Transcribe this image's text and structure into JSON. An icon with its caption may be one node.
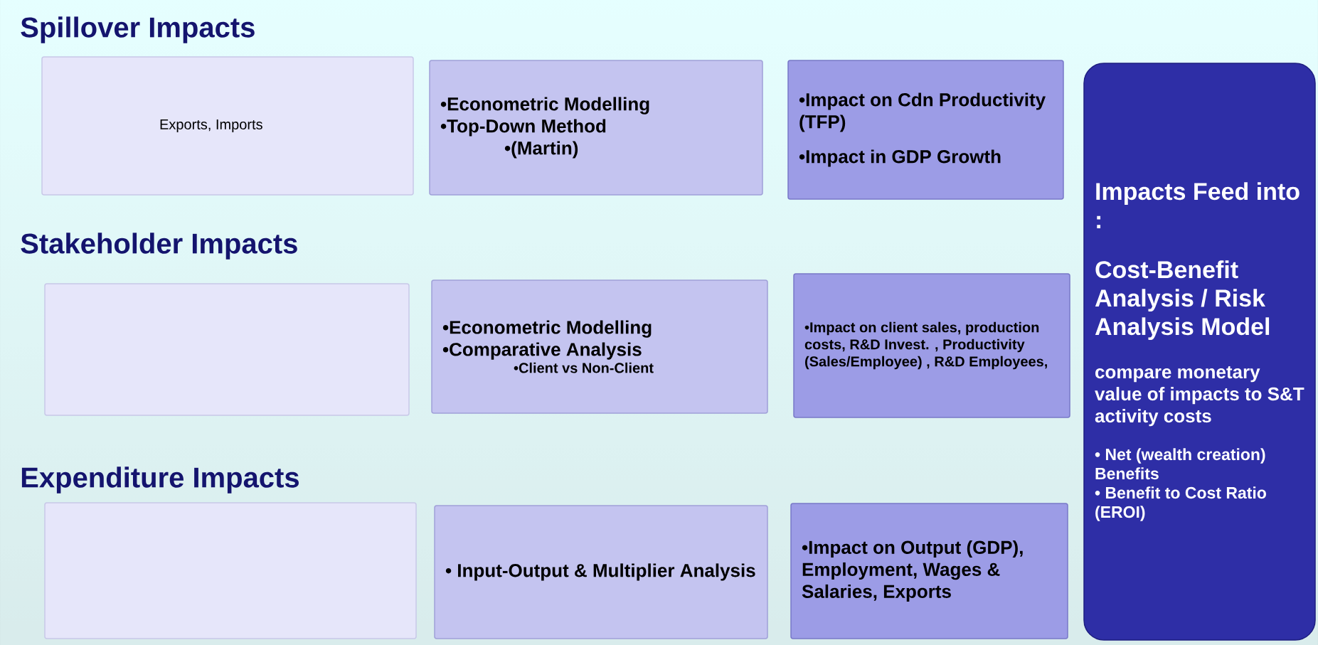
{
  "diagram": {
    "nodes": [
      {
        "text": [
          "Exports, Imports"
        ]
      },
      {
        "text": [
          "•Econometric Modelling",
          "•Top-Down Method",
          "•(Martin)"
        ]
      },
      {
        "text": [
          "•Impact on Cdn Productivity (TFP)",
          "•Impact in GDP Growth"
        ]
      },
      {
        "text": [
          "Impacts Feed into :",
          "Cost-Benefit Analysis / Risk Analysis Model",
          "compare monetary value of impacts to S&T activity costs",
          "• Net (wealth creation) Benefits",
          "• Benefit to Cost Ratio (EROI)"
        ]
      },
      {
        "text": [],
        "shape": "box"
      },
      {
        "text": [
          "•Econometric Modelling",
          "•Comparative Analysis",
          "•Client vs Non-Client"
        ]
      },
      {
        "text": [
          "•Impact on client sales, production costs, R&D Invest. , Productivity (Sales/Employee) , R&D Employees,"
        ]
      },
      {
        "text": [],
        "shape": "box"
      },
      {
        "text": [
          "• Input-Output & Multiplier Analysis"
        ]
      },
      {
        "text": [
          "•Impact on Output (GDP), Employment, Wages & Salaries, Exports"
        ]
      }
    ],
    "labels": [
      "Spillover Impacts",
      "Stakeholder Impacts",
      "Expenditure Impacts"
    ]
  }
}
